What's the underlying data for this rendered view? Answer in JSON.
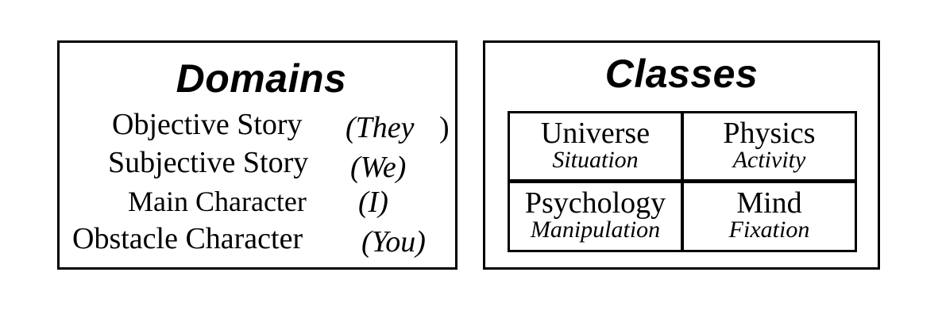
{
  "domains": {
    "title": "Domains",
    "items": [
      {
        "label": "Objective Story",
        "pronoun": "(They",
        "pronoun_close": ")"
      },
      {
        "label": "Subjective Story",
        "pronoun": "(We)"
      },
      {
        "label": "Main Character",
        "pronoun": "(I)"
      },
      {
        "label": "Obstacle Character",
        "pronoun": "(You)"
      }
    ]
  },
  "classes": {
    "title": "Classes",
    "cells": [
      {
        "name": "Universe",
        "sub": "Situation"
      },
      {
        "name": "Physics",
        "sub": "Activity"
      },
      {
        "name": "Psychology",
        "sub": "Manipulation"
      },
      {
        "name": "Mind",
        "sub": "Fixation"
      }
    ]
  }
}
